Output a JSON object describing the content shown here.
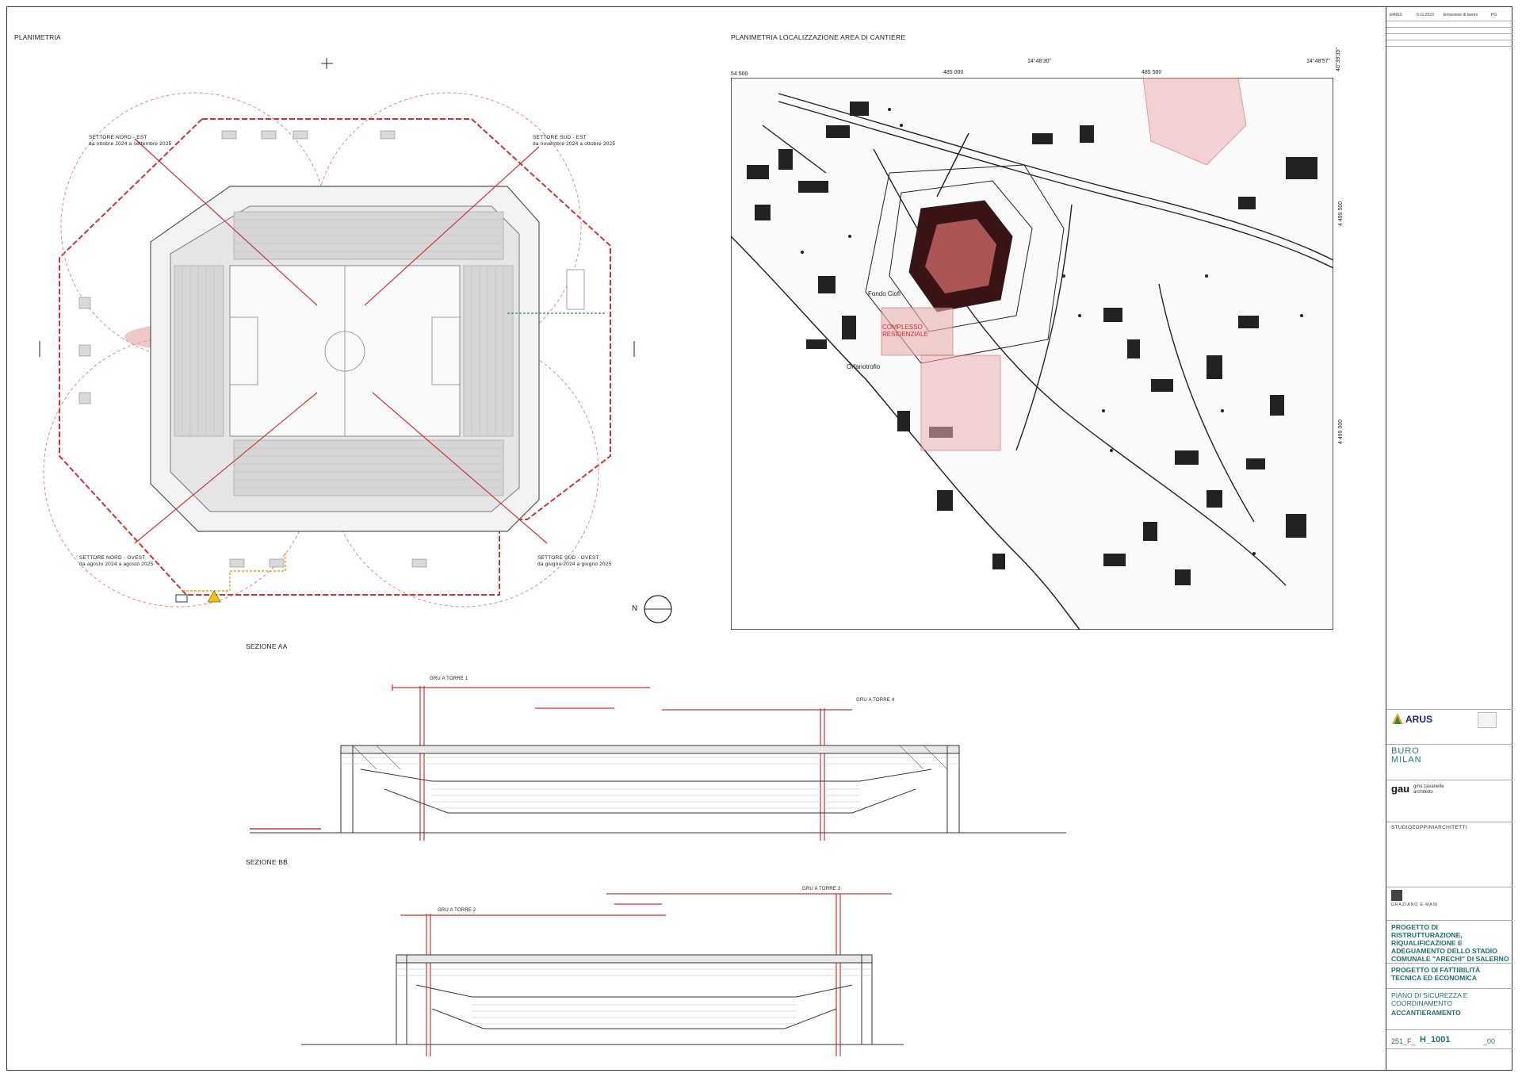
{
  "drawing": {
    "planimetria_title": "PLANIMETRIA",
    "localization_title": "PLANIMETRIA LOCALIZZAZIONE AREA DI CANTIERE",
    "section_aa_title": "SEZIONE AA",
    "section_bb_title": "SEZIONE BB",
    "north_label": "N"
  },
  "sectors": [
    {
      "name": "SETTORE NORD - EST",
      "period": "da ottobre 2024 a settembre 2025"
    },
    {
      "name": "SETTORE SUD - EST",
      "period": "da novembre 2024 a ottobre 2025"
    },
    {
      "name": "SETTORE NORD - OVEST",
      "period": "da agosto 2024 a agosto 2025"
    },
    {
      "name": "SETTORE SUD - OVEST",
      "period": "da giugno 2024 a giugno 2025"
    }
  ],
  "cranes": {
    "aa": [
      "GRU A TORRE 1",
      "GRU A TORRE 4"
    ],
    "bb": [
      "GRU A TORRE 2",
      "GRU A TORRE 3"
    ]
  },
  "map": {
    "coords_top": [
      "54 500",
      "485 000",
      "485 500"
    ],
    "coords_deg": [
      "14°48'30\"",
      "14°48'57\""
    ],
    "coords_corner": "40°39'35\"",
    "coords_right": [
      "4 499 500",
      "4 499 000"
    ],
    "labels": [
      "Fondo Ciofi",
      "Orfanotrofio"
    ],
    "zones": [
      "COMPLESSO RESIDENZIALE"
    ]
  },
  "title_block": {
    "logos": [
      "ARUS",
      "BURO MILAN",
      "gau",
      "STUDIOZOPPINIARCHITETTI",
      "GRAZIANO E MASI"
    ],
    "gau_text": "gino zavanella architetto",
    "project_title": "PROGETTO DI RISTRUTTURAZIONE, RIQUALIFICAZIONE E ADEGUAMENTO DELLO STADIO COMUNALE \"ARECHI\" DI SALERNO",
    "phase": "PROGETTO DI FATTIBILITÀ TECNICA ED ECONOMICA",
    "subject_line1": "PIANO DI SICUREZZA E COORDINAMENTO",
    "subject_line2": "ACCANTIERAMENTO",
    "code_prefix": "251_F_",
    "code": "H_1001",
    "revision": "_00",
    "rev_row": [
      "EMISS",
      "6.11.2023",
      "Emissione di lavoro",
      "PG"
    ]
  },
  "colors": {
    "red_lines": "#cc3333",
    "red_fill": "#e59a9a",
    "teal": "#1f7a73",
    "ink": "#222222"
  }
}
